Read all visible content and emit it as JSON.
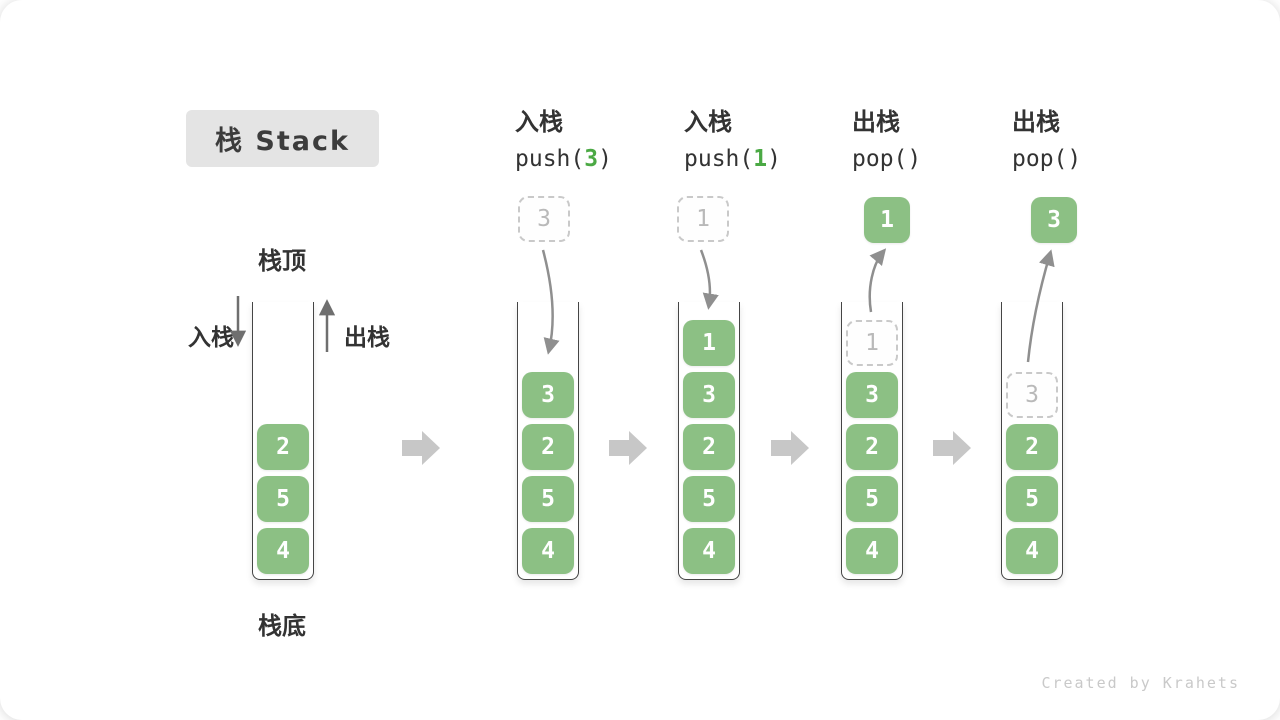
{
  "title": "栈 Stack",
  "side_labels": {
    "stack_top": "栈顶",
    "stack_bottom": "栈底",
    "push": "入栈",
    "pop": "出栈"
  },
  "columns": [
    {
      "name": "initial-stack",
      "cells": [
        {
          "v": "2"
        },
        {
          "v": "5"
        },
        {
          "v": "4"
        }
      ]
    },
    {
      "name": "push-3",
      "action": "入栈",
      "code": {
        "pre": "push(",
        "arg": "3",
        "post": ")"
      },
      "floating": {
        "style": "ghost",
        "v": "3"
      },
      "cells": [
        {
          "v": "3"
        },
        {
          "v": "2"
        },
        {
          "v": "5"
        },
        {
          "v": "4"
        }
      ]
    },
    {
      "name": "push-1",
      "action": "入栈",
      "code": {
        "pre": "push(",
        "arg": "1",
        "post": ")"
      },
      "floating": {
        "style": "ghost",
        "v": "1"
      },
      "cells": [
        {
          "v": "1"
        },
        {
          "v": "3"
        },
        {
          "v": "2"
        },
        {
          "v": "5"
        },
        {
          "v": "4"
        }
      ]
    },
    {
      "name": "pop-1",
      "action": "出栈",
      "code": {
        "pre": "pop(",
        "arg": "",
        "post": ")"
      },
      "floating": {
        "style": "solid",
        "v": "1"
      },
      "cells": [
        {
          "v": "1",
          "style": "ghost"
        },
        {
          "v": "3"
        },
        {
          "v": "2"
        },
        {
          "v": "5"
        },
        {
          "v": "4"
        }
      ]
    },
    {
      "name": "pop-3",
      "action": "出栈",
      "code": {
        "pre": "pop(",
        "arg": "",
        "post": ")"
      },
      "floating": {
        "style": "solid",
        "v": "3"
      },
      "cells": [
        {
          "v": "3",
          "style": "ghost"
        },
        {
          "v": "2"
        },
        {
          "v": "5"
        },
        {
          "v": "4"
        }
      ]
    }
  ],
  "footer": {
    "credit": "Created by Krahets"
  },
  "colors": {
    "cell_green": "#8CC084",
    "code_arg_green": "#4BA944",
    "ghost_border": "#c9c9c9",
    "wall_dark": "#454545",
    "arrow_gray": "#8f8f8f",
    "straight_arrow_gray": "#6f6f6f",
    "block_arrow_gray": "#c7c7c7",
    "title_bg": "#e4e4e4"
  }
}
